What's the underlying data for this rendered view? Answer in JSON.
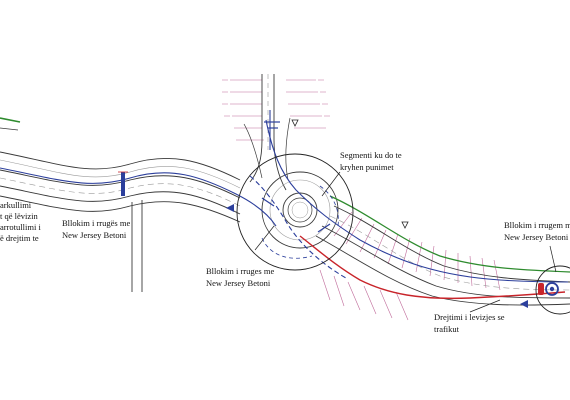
{
  "colors": {
    "road_edge": "#3a3a3a",
    "lane_line": "#9a9a9a",
    "green_edge": "#2e8b2e",
    "red_route": "#c8242a",
    "blue_route": "#2c3f9c",
    "station_tick": "#c06a9a",
    "annotation_circle": "#222222"
  },
  "labels": {
    "left_note": [
      "arkullimi",
      "t që lëvizin",
      "arrotullimi i",
      "ë drejtim te"
    ],
    "barrier_left": [
      "Bllokim i rrugës me",
      "New Jersey Betoni"
    ],
    "segment_note": [
      "Segmenti ku do te",
      "kryhen punimet"
    ],
    "barrier_center": [
      "Bllokim i rruges me",
      "New Jersey Betoni"
    ],
    "barrier_right": [
      "Bllokim i rrugem me",
      "New Jersey Betoni"
    ],
    "traffic_direction": [
      "Drejtimi i levizjes se",
      "trafikut"
    ]
  },
  "icons": {
    "roundabout_marker": "yield-triangle-icon",
    "direction_arrow": "arrow-left-icon",
    "barrier": "new-jersey-barrier-icon"
  }
}
